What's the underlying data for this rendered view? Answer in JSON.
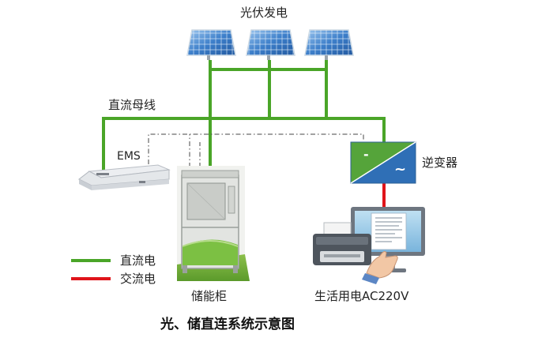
{
  "labels": {
    "pv": "光伏发电",
    "dc_bus": "直流母线",
    "ems": "EMS",
    "inverter": "逆变器",
    "storage": "储能柜",
    "load": "生活用电AC220V",
    "inverter_dc_symbol": "-",
    "inverter_ac_symbol": "~"
  },
  "legend": {
    "items": [
      {
        "label": "直流电",
        "color": "#4aa528"
      },
      {
        "label": "交流电",
        "color": "#e0141a"
      }
    ]
  },
  "caption": "光、储直连系统示意图",
  "colors": {
    "dc_line": "#4aa528",
    "ac_line": "#e0141a",
    "signal_line": "#444444",
    "inverter_top": "#55a43a",
    "inverter_bottom": "#2f6fb6"
  },
  "icons": {
    "solar_panel": "solar-panel-icon",
    "ems_unit": "ems-unit-icon",
    "storage_cabinet": "storage-cabinet-icon",
    "printer": "printer-icon",
    "monitor": "monitor-icon",
    "hand": "hand-icon"
  }
}
